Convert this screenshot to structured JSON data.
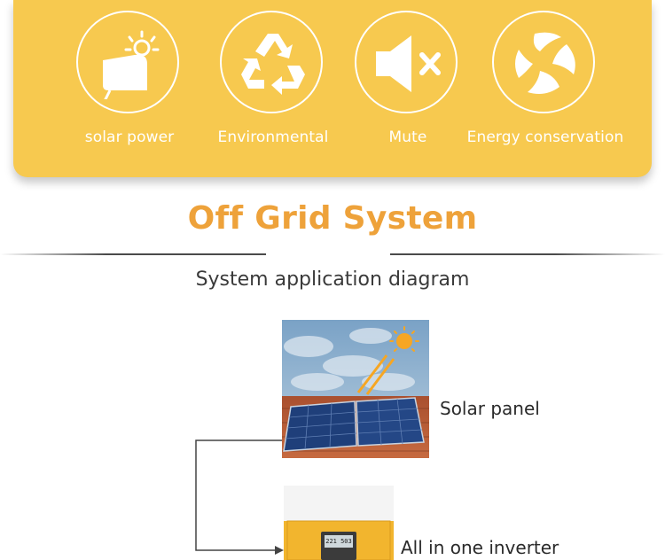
{
  "features": [
    {
      "label": "solar power",
      "icon": "solar-panel-icon"
    },
    {
      "label": "Environmental",
      "icon": "recycle-icon"
    },
    {
      "label": "Mute",
      "icon": "mute-speaker-icon"
    },
    {
      "label": "Energy conservation",
      "icon": "leaf-cycle-icon"
    }
  ],
  "title": "Off Grid System",
  "subtitle": "System application diagram",
  "components": {
    "solar_panel_label": "Solar panel",
    "inverter_label": "All in one inverter",
    "inverter_display": "221 503"
  },
  "colors": {
    "banner": "#f7c94f",
    "title": "#eea23a",
    "inverter_body": "#f2b52e"
  }
}
